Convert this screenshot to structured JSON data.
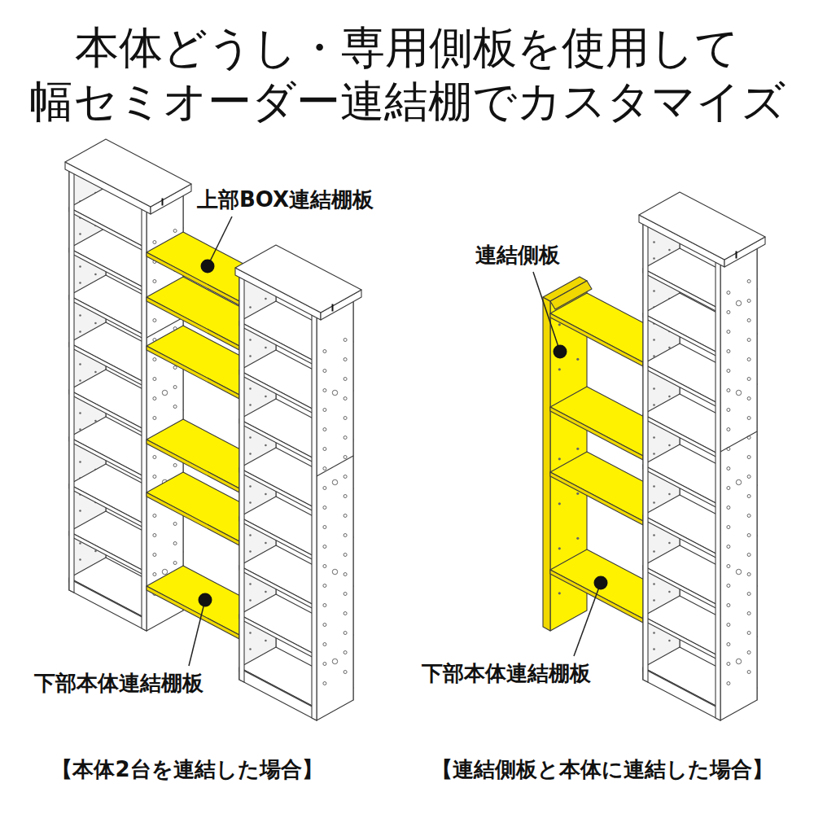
{
  "diagram": {
    "title": "本体どうし・専用側板を使用して 幅セミオーダー連結棚でカスタマイズ",
    "labels": [
      "上部BOX連結棚板",
      "連結側板",
      "下部本体連結棚板",
      "下部本体連結棚板",
      "【本体2台を連結した場合】",
      "【連結側板と本体に連結した場合】"
    ]
  }
}
